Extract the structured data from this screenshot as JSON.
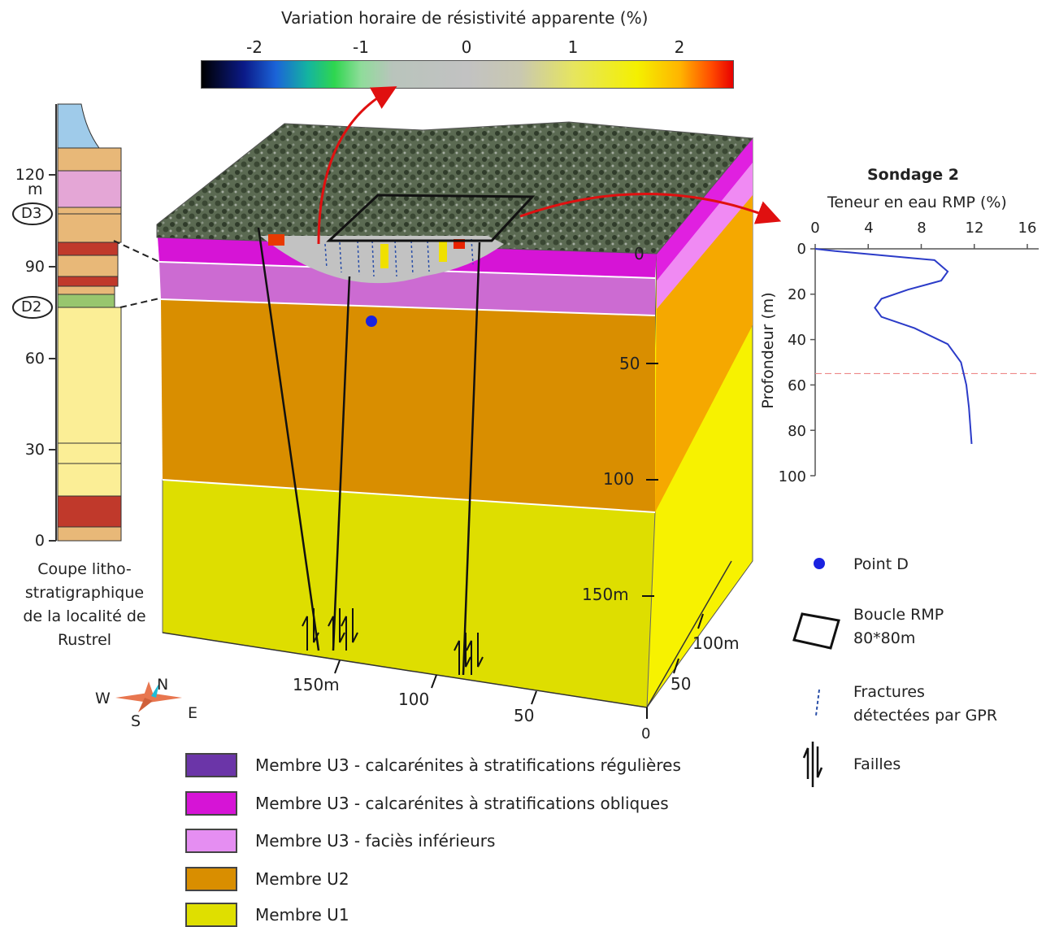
{
  "colorbar": {
    "title": "Variation horaire de résistivité apparente (%)",
    "ticks": [
      "-2",
      "-1",
      "0",
      "1",
      "2"
    ]
  },
  "strat_column": {
    "depth_ticks": [
      "120",
      "90",
      "60",
      "30",
      "0"
    ],
    "unit": "m",
    "markers": [
      "D3",
      "D2"
    ],
    "caption": "Coupe litho-stratigraphique de la localité de Rustrel"
  },
  "block": {
    "depth_labels": [
      "0",
      "50",
      "100",
      "150m"
    ],
    "front_scale": [
      "150m",
      "100",
      "50",
      "0"
    ],
    "side_scale": [
      "100m",
      "50"
    ],
    "layers": [
      {
        "name": "Membre U3 - calcarénites à stratifications régulières",
        "color": "#6b35a8"
      },
      {
        "name": "Membre U3 - calcarénites à stratifications obliques",
        "color": "#d614d6"
      },
      {
        "name": "Membre U3 - faciès inférieurs",
        "color": "#e58ef2"
      },
      {
        "name": "Membre U2",
        "color": "#d98e00"
      },
      {
        "name": "Membre U1",
        "color": "#dfdf00"
      }
    ]
  },
  "compass": {
    "n": "N",
    "s": "S",
    "e": "E",
    "w": "W"
  },
  "rmp": {
    "title": "Sondage 2",
    "subtitle": "Teneur en eau RMP (%)",
    "x_ticks": [
      "0",
      "4",
      "8",
      "12",
      "16"
    ],
    "y_ticks": [
      "0",
      "20",
      "40",
      "60",
      "80",
      "100"
    ],
    "ylabel": "Profondeur (m)"
  },
  "chart_data": {
    "type": "line",
    "title": "Sondage 2",
    "xlabel": "Teneur en eau RMP (%)",
    "ylabel": "Profondeur (m)",
    "xlim": [
      0,
      16
    ],
    "ylim": [
      100,
      0
    ],
    "series": [
      {
        "x": [
          0,
          1.5,
          9,
          10,
          9.5,
          7,
          5,
          4.5,
          5,
          7.5,
          10,
          11,
          11.4,
          11.6,
          11.8
        ],
        "y": [
          0,
          1,
          5,
          10,
          14,
          18,
          22,
          26,
          30,
          35,
          42,
          50,
          60,
          70,
          86
        ]
      }
    ],
    "reference_line_y": 55
  },
  "side_legend": {
    "point": "Point D",
    "loop": "Boucle RMP\n80*80m",
    "loop_line1": "Boucle RMP",
    "loop_line2": "80*80m",
    "fractures_line1": "Fractures",
    "fractures_line2": "détectées par GPR",
    "faults": "Failles"
  }
}
